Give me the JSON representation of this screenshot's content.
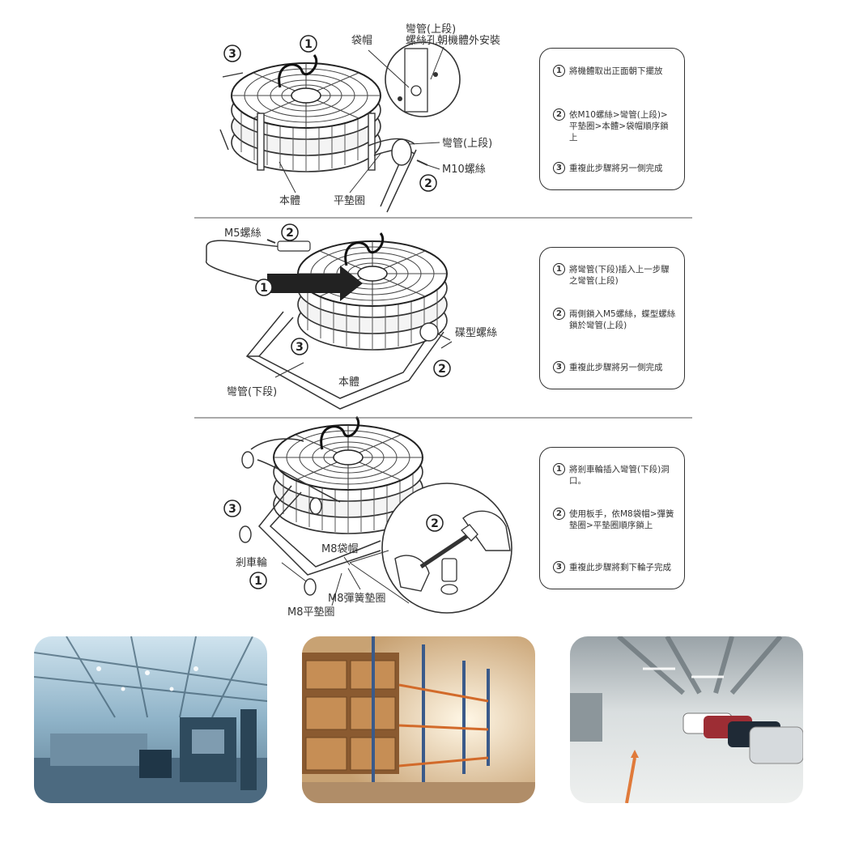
{
  "panel1": {
    "labels": {
      "bent_tube_upper_note_1": "彎管(上段)",
      "bent_tube_upper_note_2": "螺絲孔朝機體外安裝",
      "cap_nut": "袋帽",
      "bent_tube_upper": "彎管(上段)",
      "m10_screw": "M10螺絲",
      "body": "本體",
      "flat_washer": "平墊圈"
    },
    "markers": [
      "1",
      "2",
      "3"
    ],
    "steps": [
      {
        "num": "1",
        "text": "將機體取出正面朝下擺放"
      },
      {
        "num": "2",
        "text": "依M10螺絲>彎管(上段)>平墊圈>本體>袋帽順序鎖上"
      },
      {
        "num": "3",
        "text": "重複此步驟將另一側完成"
      }
    ]
  },
  "panel2": {
    "labels": {
      "m5_screw": "M5螺絲",
      "butterfly_screw": "碟型螺絲",
      "body": "本體",
      "bent_tube_lower": "彎管(下段)"
    },
    "markers": [
      "1",
      "2",
      "2",
      "3"
    ],
    "steps": [
      {
        "num": "1",
        "text": "將彎管(下段)插入上一步驟之彎管(上段)"
      },
      {
        "num": "2",
        "text": "兩側鎖入M5螺絲，蝶型螺絲鎖於彎管(上段)"
      },
      {
        "num": "3",
        "text": "重複此步驟將另一側完成"
      }
    ]
  },
  "panel3": {
    "labels": {
      "m8_cap_nut": "M8袋帽",
      "brake_wheel": "剎車輪",
      "m8_spring_washer": "M8彈簧墊圈",
      "m8_flat_washer": "M8平墊圈"
    },
    "markers": [
      "1",
      "2",
      "3"
    ],
    "steps": [
      {
        "num": "1",
        "text": "將剎車輪插入彎管(下段)洞口。"
      },
      {
        "num": "2",
        "text": "使用板手，依M8袋帽>彈簧墊圈>平墊圈順序鎖上"
      },
      {
        "num": "3",
        "text": "重複此步驟將剩下輪子完成"
      }
    ]
  },
  "photos": [
    {
      "icon": "factory-photo"
    },
    {
      "icon": "warehouse-photo"
    },
    {
      "icon": "parking-garage-photo"
    }
  ]
}
